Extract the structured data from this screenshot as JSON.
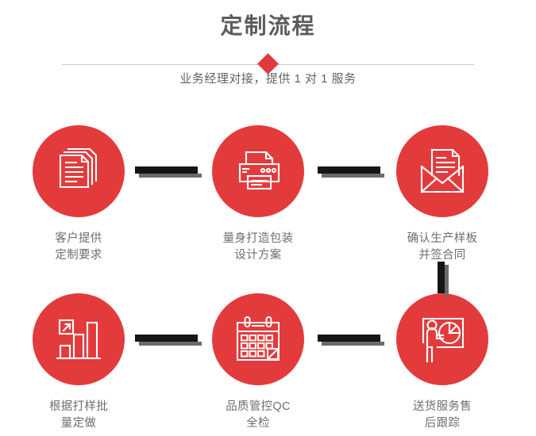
{
  "header": {
    "title": "定制流程",
    "subtitle": "业务经理对接，提供 1 对 1 服务",
    "divider_icon": "diamond-icon",
    "accent_color": "#e33b3c",
    "title_color": "#5c5c5c",
    "subtitle_color": "#636363"
  },
  "flow": {
    "label_color": "#6e6e6e",
    "connector_color": "#151515",
    "connector_shadow_color": "#6b6b6b",
    "steps": [
      {
        "index": 1,
        "icon": "documents-stack-icon",
        "label": "客户提供\n定制要求"
      },
      {
        "index": 2,
        "icon": "printer-icon",
        "label": "量身打造包装\n设计方案"
      },
      {
        "index": 3,
        "icon": "envelope-document-icon",
        "label": "确认生产样板\n并签合同"
      },
      {
        "index": 4,
        "icon": "bar-chart-growth-icon",
        "label": "根据打样批\n量定做"
      },
      {
        "index": 5,
        "icon": "calendar-check-icon",
        "label": "品质管控QC\n全检"
      },
      {
        "index": 6,
        "icon": "presenter-pie-chart-icon",
        "label": "送货服务售\n后跟踪"
      }
    ],
    "connectors": [
      {
        "name": "connector-step1-step2",
        "orientation": "horizontal"
      },
      {
        "name": "connector-step2-step3",
        "orientation": "horizontal"
      },
      {
        "name": "connector-step4-step5",
        "orientation": "horizontal"
      },
      {
        "name": "connector-step5-step6",
        "orientation": "horizontal"
      },
      {
        "name": "connector-step3-step6",
        "orientation": "vertical"
      }
    ]
  }
}
